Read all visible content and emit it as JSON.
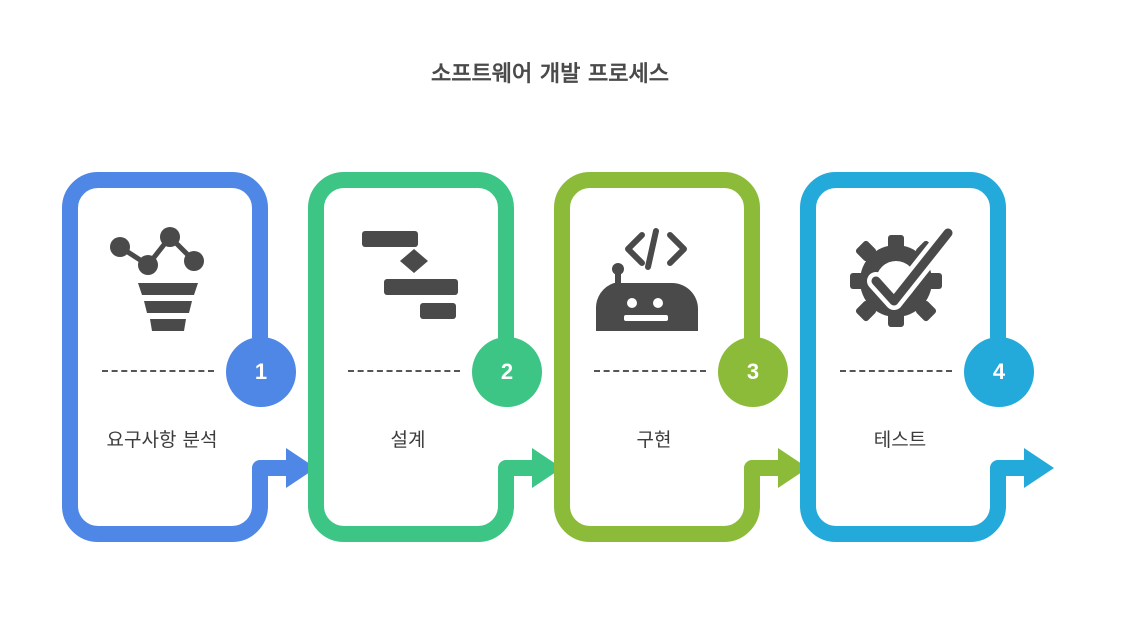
{
  "title": "소프트웨어 개발 프로세스",
  "steps": [
    {
      "number": "1",
      "label": "요구사항 분석",
      "color": "#4f87e6",
      "icon": "funnel-chart-icon"
    },
    {
      "number": "2",
      "label": "설계",
      "color": "#3cc585",
      "icon": "gantt-chart-icon"
    },
    {
      "number": "3",
      "label": "구현",
      "color": "#8cbb3a",
      "icon": "robot-code-icon"
    },
    {
      "number": "4",
      "label": "테스트",
      "color": "#23aadb",
      "icon": "gear-check-icon"
    }
  ]
}
